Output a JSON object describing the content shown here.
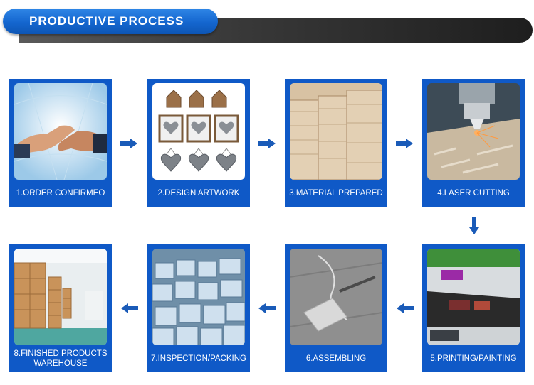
{
  "header": {
    "title": "PRODUCTIVE  PROCESS"
  },
  "steps": [
    {
      "label": "1.ORDER  CONFIRMEO"
    },
    {
      "label": "2.DESIGN  ARTWORK"
    },
    {
      "label": "3.MATERIAL PREPARED"
    },
    {
      "label": "4.LASER CUTTING"
    },
    {
      "label": "5.PRINTING/PAINTING"
    },
    {
      "label": "6.ASSEMBLING"
    },
    {
      "label": "7.INSPECTION/PACKING"
    },
    {
      "label": "8.FINISHED PRODUCTS WAREHOUSE"
    }
  ],
  "colors": {
    "card": "#0f59c7",
    "arrow": "#1a5bb8",
    "banner": "#1466cf"
  }
}
